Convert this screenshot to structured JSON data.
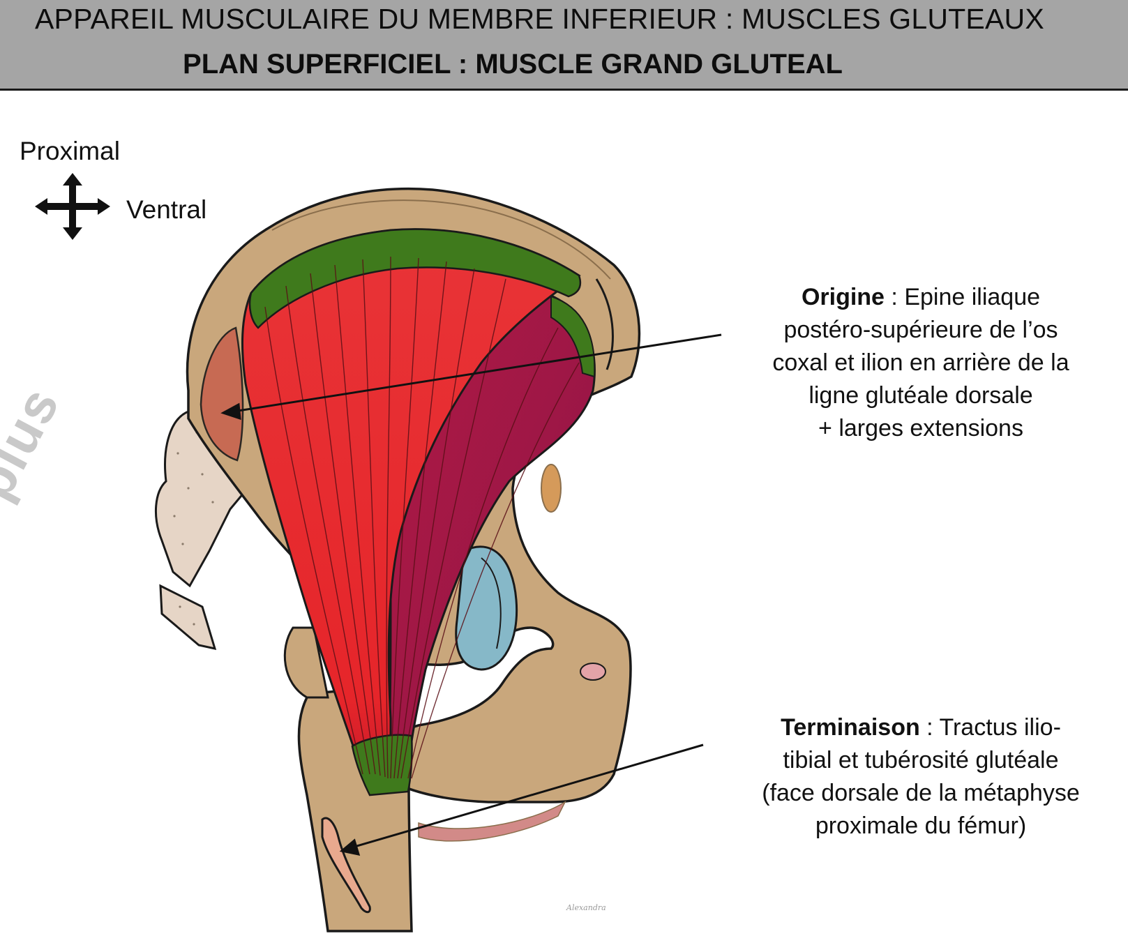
{
  "header": {
    "title": "APPAREIL MUSCULAIRE DU MEMBRE INFERIEUR : MUSCLES GLUTEAUX",
    "subtitle": "PLAN SUPERFICIEL : MUSCLE GRAND GLUTEAL"
  },
  "orientation": {
    "proximal": "Proximal",
    "ventral": "Ventral"
  },
  "watermark": "plus",
  "labels": {
    "origin": {
      "term": "Origine",
      "lines": [
        " : Epine iliaque",
        "postéro-supérieure de l’os",
        "coxal et ilion en arrière de la",
        "ligne glutéale dorsale",
        "+ larges extensions"
      ]
    },
    "termination": {
      "term": "Terminaison",
      "lines": [
        " : Tractus ilio-",
        "tibial et tubérosité glutéale",
        "(face dorsale de la métaphyse",
        "proximale du fémur)"
      ]
    }
  },
  "signature": "Alexandra",
  "colors": {
    "header_bg": "#a5a5a5",
    "bone": "#c9a77c",
    "muscle_red": "#e8262b",
    "muscle_deep": "#a01848",
    "tendon_green": "#3f7a1c",
    "cartilage_blue": "#7eb6c9",
    "sacrum": "#e8d8cc"
  }
}
